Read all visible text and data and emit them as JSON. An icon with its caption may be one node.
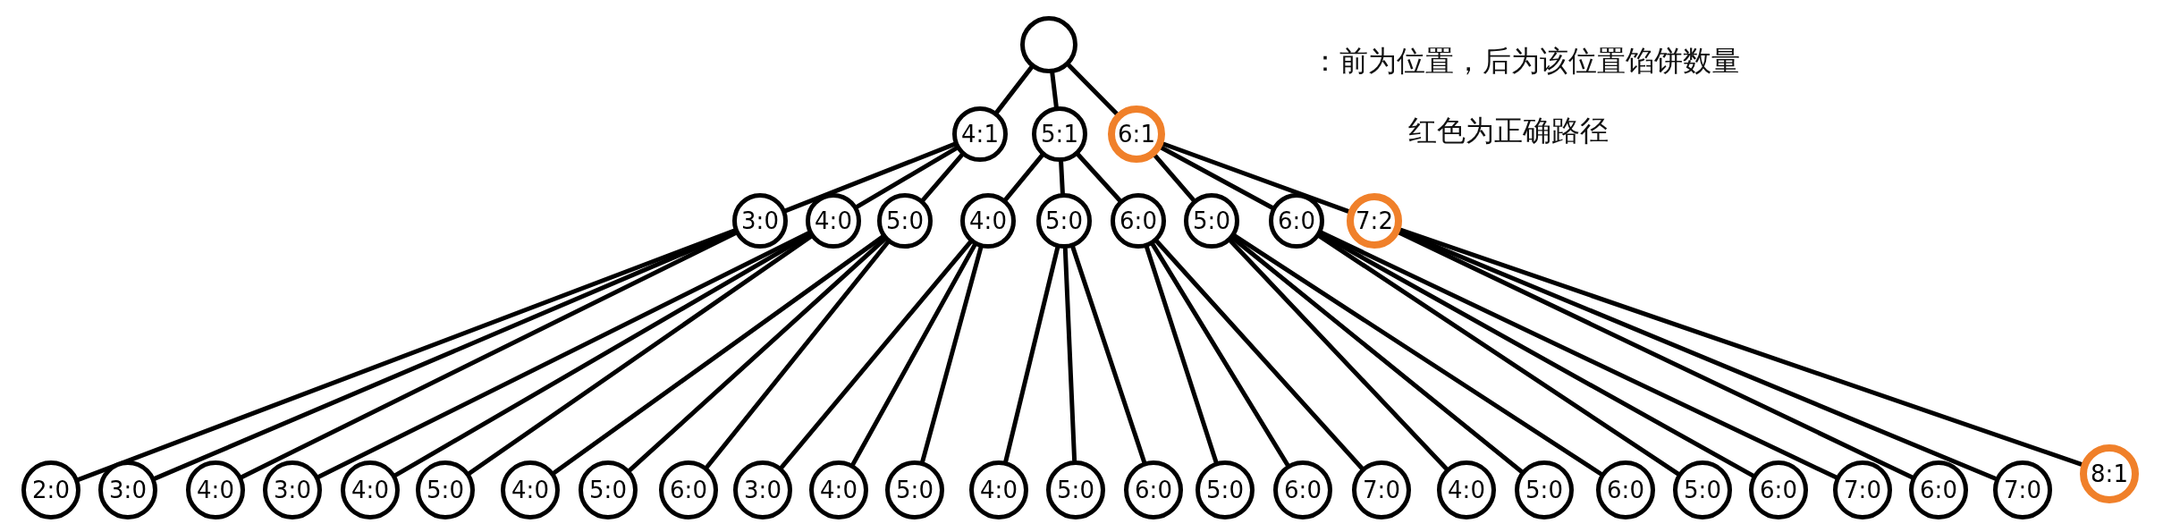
{
  "diagram": {
    "nodes": [
      {
        "text": [],
        "shape": "circle"
      },
      {
        "text": [
          "4:1"
        ]
      },
      {
        "text": [
          "5:1"
        ]
      },
      {
        "text": [
          "6:1"
        ]
      },
      {
        "text": [
          "3:0"
        ]
      },
      {
        "text": [
          "4:0"
        ]
      },
      {
        "text": [
          "5:0"
        ]
      },
      {
        "text": [
          "4:0"
        ]
      },
      {
        "text": [
          "5:0"
        ]
      },
      {
        "text": [
          "6:0"
        ]
      },
      {
        "text": [
          "5:0"
        ]
      },
      {
        "text": [
          "6:0"
        ]
      },
      {
        "text": [
          "7:2"
        ]
      },
      {
        "text": [
          "2:0"
        ]
      },
      {
        "text": [
          "3:0"
        ]
      },
      {
        "text": [
          "4:0"
        ]
      },
      {
        "text": [
          "3:0"
        ]
      },
      {
        "text": [
          "4:0"
        ]
      },
      {
        "text": [
          "5:0"
        ]
      },
      {
        "text": [
          "4:0"
        ]
      },
      {
        "text": [
          "5:0"
        ]
      },
      {
        "text": [
          "6:0"
        ]
      },
      {
        "text": [
          "3:0"
        ]
      },
      {
        "text": [
          "4:0"
        ]
      },
      {
        "text": [
          "5:0"
        ]
      },
      {
        "text": [
          "4:0"
        ]
      },
      {
        "text": [
          "5:0"
        ]
      },
      {
        "text": [
          "6:0"
        ]
      },
      {
        "text": [
          "5:0"
        ]
      },
      {
        "text": [
          "6:0"
        ]
      },
      {
        "text": [
          "7:0"
        ]
      },
      {
        "text": [
          "4:0"
        ]
      },
      {
        "text": [
          "5:0"
        ]
      },
      {
        "text": [
          "6:0"
        ]
      },
      {
        "text": [
          "5:0"
        ]
      },
      {
        "text": [
          "6:0"
        ]
      },
      {
        "text": [
          "7:0"
        ]
      },
      {
        "text": [
          "6:0"
        ]
      },
      {
        "text": [
          "7:0"
        ]
      },
      {
        "text": [
          "8:1"
        ]
      }
    ],
    "edges": [
      {
        "from": 0,
        "to": 1,
        "arrow": "none"
      },
      {
        "from": 0,
        "to": 2,
        "arrow": "none"
      },
      {
        "from": 0,
        "to": 3,
        "arrow": "none"
      },
      {
        "from": 1,
        "to": 4,
        "arrow": "none"
      },
      {
        "from": 1,
        "to": 5,
        "arrow": "none"
      },
      {
        "from": 1,
        "to": 6,
        "arrow": "none"
      },
      {
        "from": 2,
        "to": 7,
        "arrow": "none"
      },
      {
        "from": 2,
        "to": 8,
        "arrow": "none"
      },
      {
        "from": 2,
        "to": 9,
        "arrow": "none"
      },
      {
        "from": 3,
        "to": 10,
        "arrow": "none"
      },
      {
        "from": 3,
        "to": 11,
        "arrow": "none"
      },
      {
        "from": 3,
        "to": 12,
        "arrow": "none"
      },
      {
        "from": 4,
        "to": 13,
        "arrow": "none"
      },
      {
        "from": 4,
        "to": 14,
        "arrow": "none"
      },
      {
        "from": 4,
        "to": 15,
        "arrow": "none"
      },
      {
        "from": 5,
        "to": 16,
        "arrow": "none"
      },
      {
        "from": 5,
        "to": 17,
        "arrow": "none"
      },
      {
        "from": 5,
        "to": 18,
        "arrow": "none"
      },
      {
        "from": 6,
        "to": 19,
        "arrow": "none"
      },
      {
        "from": 6,
        "to": 20,
        "arrow": "none"
      },
      {
        "from": 6,
        "to": 21,
        "arrow": "none"
      },
      {
        "from": 7,
        "to": 22,
        "arrow": "none"
      },
      {
        "from": 7,
        "to": 23,
        "arrow": "none"
      },
      {
        "from": 7,
        "to": 24,
        "arrow": "none"
      },
      {
        "from": 8,
        "to": 25,
        "arrow": "none"
      },
      {
        "from": 8,
        "to": 26,
        "arrow": "none"
      },
      {
        "from": 8,
        "to": 27,
        "arrow": "none"
      },
      {
        "from": 9,
        "to": 28,
        "arrow": "none"
      },
      {
        "from": 9,
        "to": 29,
        "arrow": "none"
      },
      {
        "from": 9,
        "to": 30,
        "arrow": "none"
      },
      {
        "from": 10,
        "to": 31,
        "arrow": "none"
      },
      {
        "from": 10,
        "to": 32,
        "arrow": "none"
      },
      {
        "from": 10,
        "to": 33,
        "arrow": "none"
      },
      {
        "from": 11,
        "to": 34,
        "arrow": "none"
      },
      {
        "from": 11,
        "to": 35,
        "arrow": "none"
      },
      {
        "from": 11,
        "to": 36,
        "arrow": "none"
      },
      {
        "from": 12,
        "to": 37,
        "arrow": "none"
      },
      {
        "from": 12,
        "to": 38,
        "arrow": "none"
      },
      {
        "from": 12,
        "to": 39,
        "arrow": "none"
      }
    ],
    "labels": [
      "：前为位置，后为该位置馅饼数量",
      "红色为正确路径"
    ]
  }
}
